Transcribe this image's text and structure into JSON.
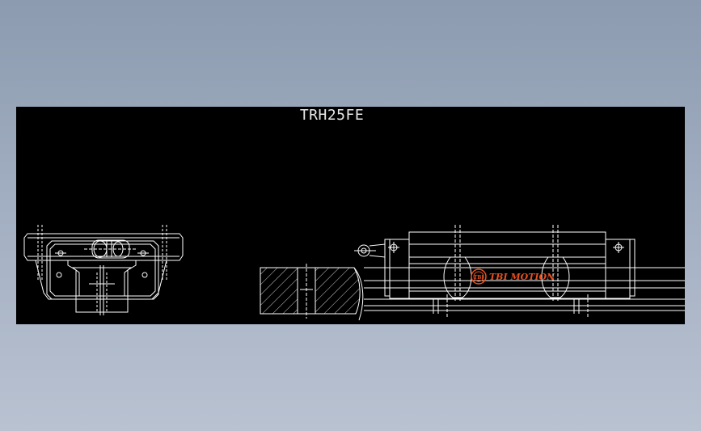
{
  "drawing": {
    "title": "TRH25FE",
    "brand_text": "TBI MOTION",
    "brand_logo": "TBI",
    "colors": {
      "background": "#000000",
      "line": "#ffffff",
      "brand": "#e8501e",
      "desktop_top": "#8c9bb0",
      "desktop_bottom": "#b9c2d1"
    }
  }
}
